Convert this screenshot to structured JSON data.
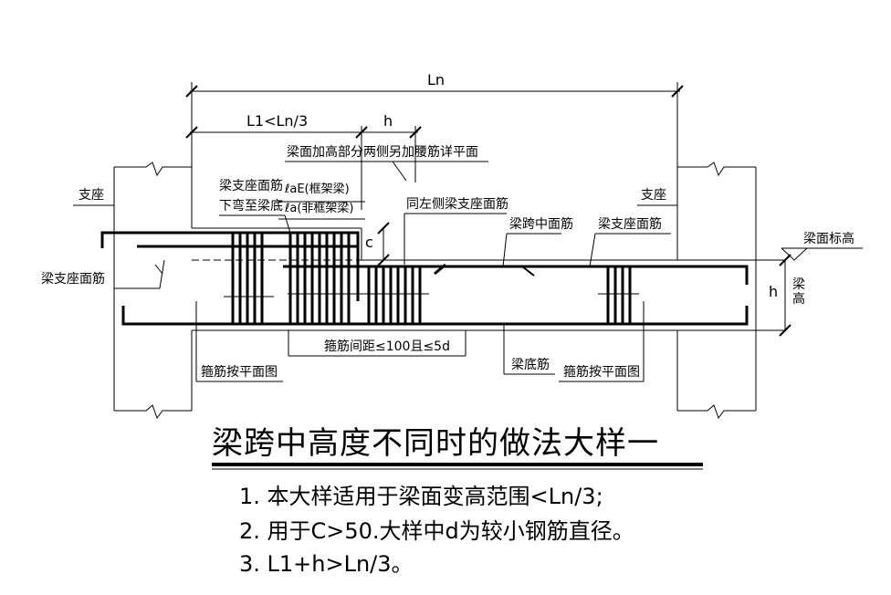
{
  "diagram": {
    "dim_ln": "Ln",
    "dim_l1": "L1<Ln/3",
    "dim_h": "h",
    "label_raised_top": "梁面加高部分两侧另加腰筋详平面",
    "label_support_left": "支座",
    "label_support_right": "支座",
    "label_top_bar_bend_1": "梁支座面筋",
    "label_top_bar_bend_2": "下弯至梁底",
    "label_lae": "ℓaE(框架梁)",
    "label_la": "ℓa(非框架梁)",
    "label_same_as_left": "同左侧梁支座面筋",
    "label_mid_top": "梁跨中面筋",
    "label_support_top_right": "梁支座面筋",
    "label_beam_top_elev": "梁面标高",
    "label_support_top_left": "梁支座面筋",
    "label_c": "c",
    "label_beam_h": "h",
    "label_beam_height": "梁高",
    "label_stirrup_spacing": "箍筋间距≤100且≤5d",
    "label_bottom_bar": "梁底筋",
    "label_stirrup_left": "箍筋按平面图",
    "label_stirrup_right": "箍筋按平面图"
  },
  "title": "梁跨中高度不同时的做法大样一",
  "notes": [
    "1. 本大样适用于梁面变高范围<Ln/3;",
    "2. 用于C>50.大样中d为较小钢筋直径。",
    "3. L1+h>Ln/3。"
  ]
}
